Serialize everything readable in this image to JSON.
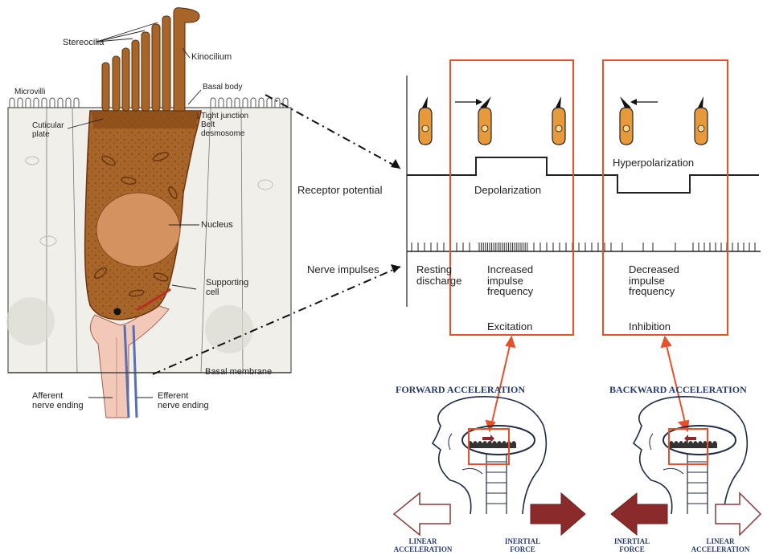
{
  "colors": {
    "cell_fill": "#a8652a",
    "cell_dark": "#7a4012",
    "nucleus": "#d39260",
    "support_fill": "#f1efe9",
    "hair_cell_icon": "#e69a3c",
    "highlight_box": "#e8502b",
    "navy_text": "#283a6b",
    "arrow_outline": "#8a3a3a",
    "arrow_fill": "#8b2a2a"
  },
  "cell_labels": {
    "stereocilia": "Stereocilia",
    "kinocilium": "Kinocilium",
    "microvilli": "Microvilli",
    "basal_body": "Basal body",
    "tight_junction": "Tight junction",
    "belt_desmosome": "Belt\ndesmosome",
    "cuticular_plate": "Cuticular\nplate",
    "nucleus": "Nucleus",
    "supporting_cell": "Supporting\ncell",
    "basal_membrane": "Basal membrane",
    "afferent": "Afferent\nnerve ending",
    "efferent": "Efferent\nnerve ending"
  },
  "response": {
    "receptor_potential": "Receptor potential",
    "nerve_impulses": "Nerve impulses",
    "hyperpolarization": "Hyperpolarization",
    "depolarization": "Depolarization",
    "resting_discharge": "Resting\ndischarge",
    "increased_frequency": "Increased\nimpulse\nfrequency",
    "decreased_frequency": "Decreased\nimpulse\nfrequency",
    "excitation": "Excitation",
    "inhibition": "Inhibition"
  },
  "forward_panel": {
    "title": "FORWARD ACCELERATION",
    "linear": "LINEAR\nACCELERATION",
    "inertial": "INERTIAL\nFORCE"
  },
  "backward_panel": {
    "title": "BACKWARD ACCELERATION",
    "inertial": "INERTIAL\nFORCE",
    "linear": "LINEAR\nACCELERATION"
  }
}
